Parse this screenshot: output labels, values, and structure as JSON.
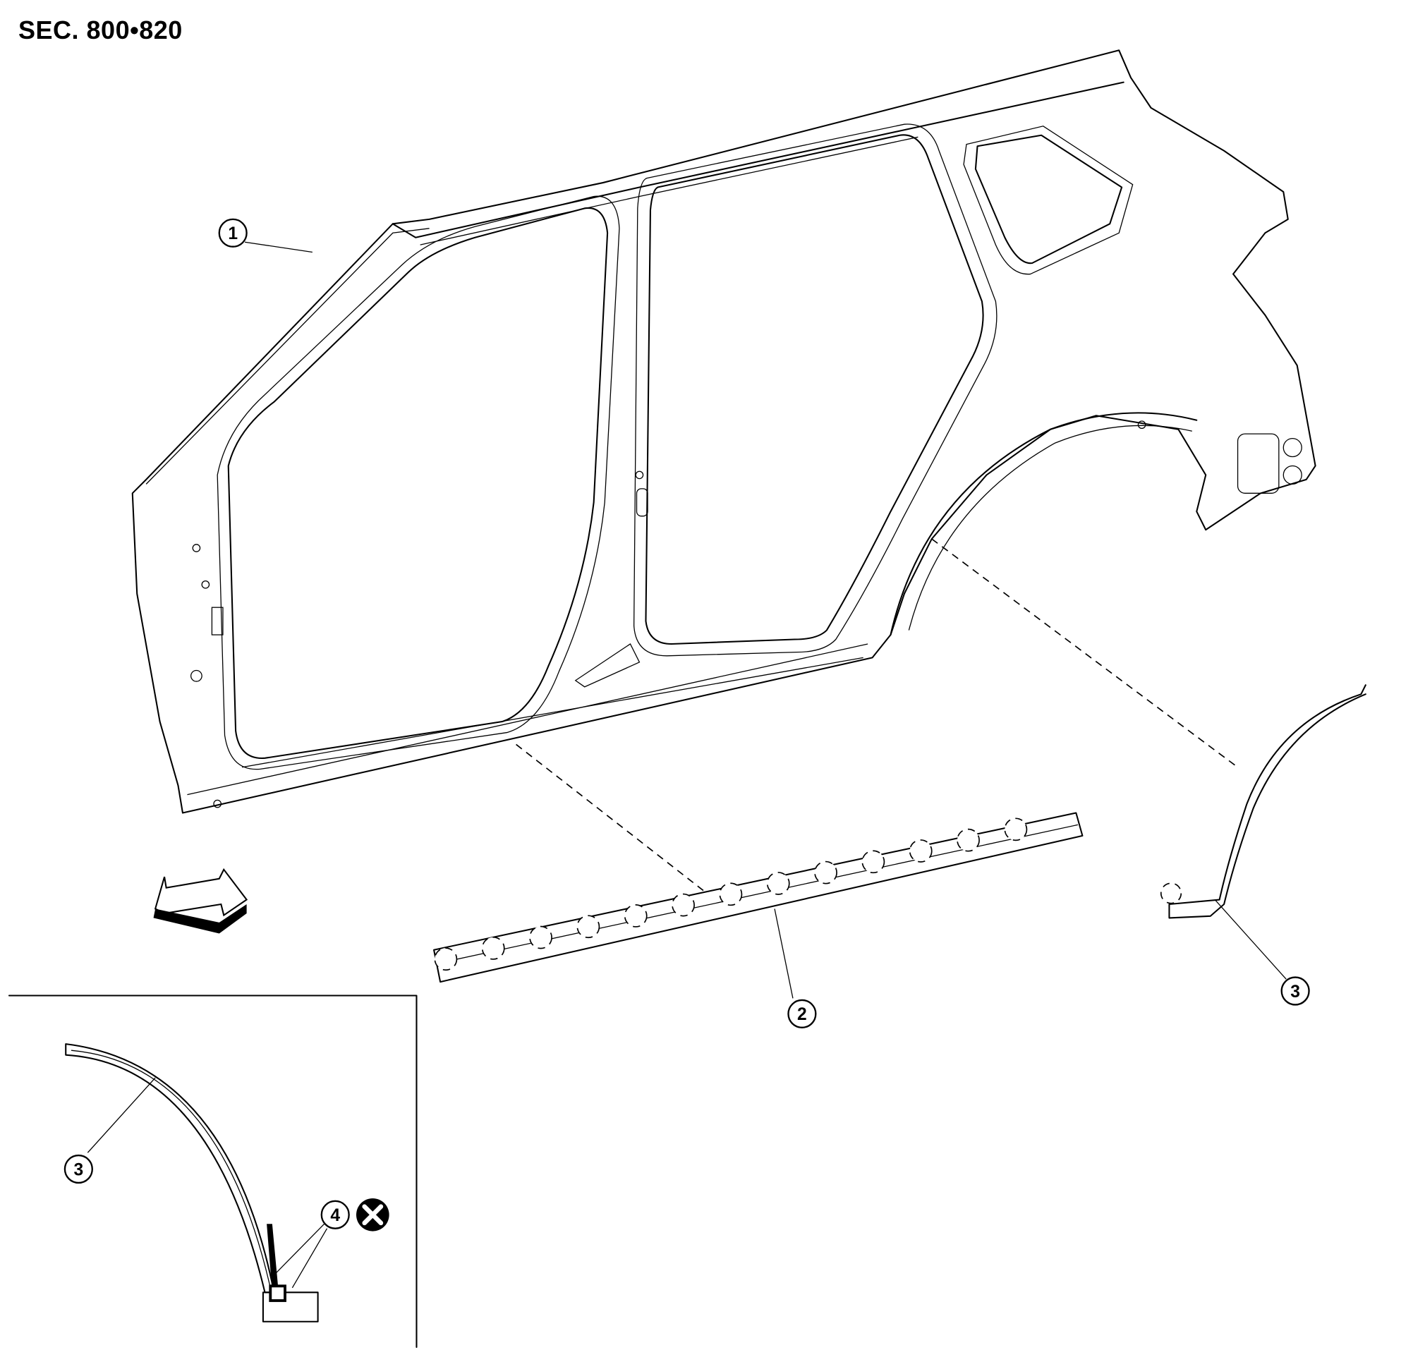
{
  "header": {
    "section_label": "SEC. 800•820"
  },
  "callouts": {
    "body_side_outer": "1",
    "sill_reinforcement": "2",
    "wheelhouse_extension": "3",
    "inset_wheelhouse_extension": "3",
    "inset_part_4": "4"
  },
  "symbols": {
    "front_arrow": "front-direction-arrow-icon",
    "do_not_reuse": "do-not-reuse-icon"
  }
}
